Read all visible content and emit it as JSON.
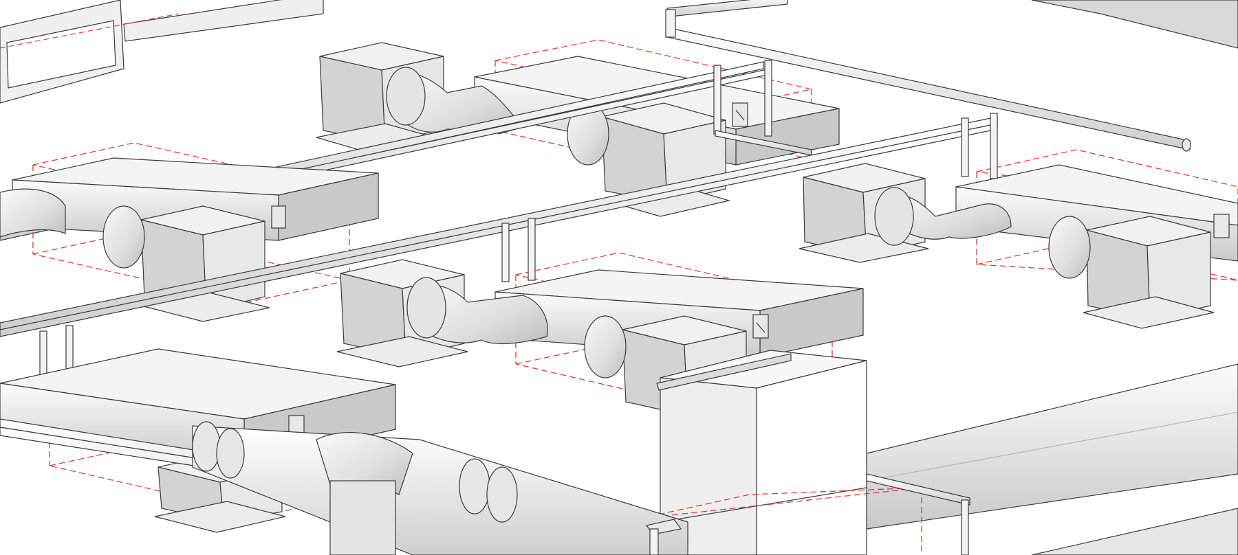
{
  "view": {
    "kind": "3d-isometric-hvac-model",
    "labels": []
  },
  "colors": {
    "background": "#ffffff",
    "line": "#3a3a3a",
    "light_face": "#f2f2f2",
    "mid_face": "#dcdcdc",
    "dark_face": "#c2c2c2",
    "clearance_zone": "#e23a3a",
    "pipe": "#ececec"
  },
  "components": {
    "fan_coil_units": [
      "fcu-top-center",
      "fcu-left",
      "fcu-right",
      "fcu-center",
      "fcu-bottom-left"
    ],
    "diffuser_boxes": [
      "diffuser-a",
      "diffuser-b",
      "diffuser-c",
      "diffuser-d",
      "diffuser-e",
      "diffuser-f",
      "diffuser-g",
      "diffuser-h",
      "diffuser-i"
    ],
    "clearance_zones": [
      "zone-1",
      "zone-2",
      "zone-3",
      "zone-4",
      "zone-5",
      "zone-6"
    ],
    "pipe_runs": [
      "pipe-rack-1",
      "pipe-rack-2",
      "pipe-rack-3",
      "pipe-rack-4"
    ],
    "large_equipment": [
      "riser-shaft",
      "main-duct-right",
      "main-duct-bottom"
    ]
  }
}
